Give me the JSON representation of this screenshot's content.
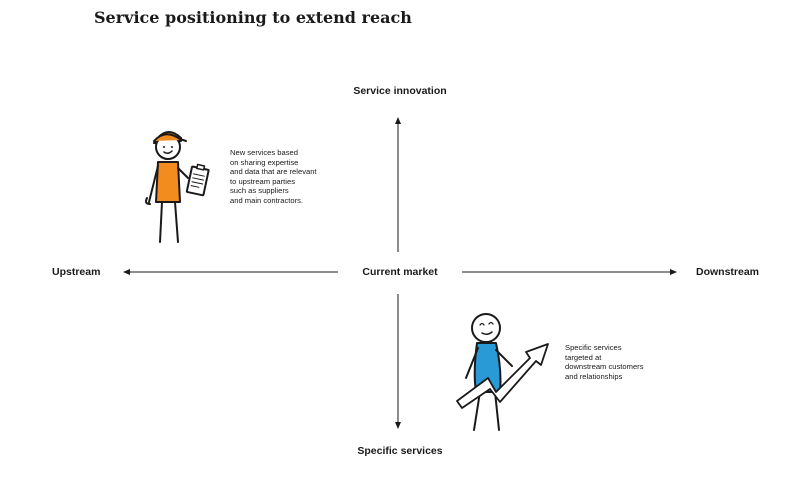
{
  "title": "Service positioning to extend reach",
  "axes": {
    "top": "Service innovation",
    "bottom": "Specific services",
    "left": "Upstream",
    "right": "Downstream",
    "center": "Current market"
  },
  "notes": {
    "upstream_note": [
      "New services based",
      "on sharing expertise",
      "and data that are relevant",
      "to upstream parties",
      "such as suppliers",
      "and main contractors."
    ],
    "downstream_note": [
      "Specific services",
      "targeted at",
      "downstream customers",
      "and relationships"
    ]
  },
  "colors": {
    "line": "#1a1a1a",
    "orange_figure": "#f28c1e",
    "blue_figure": "#2a9ad6"
  },
  "icons": [
    "stick-figure-with-clipboard",
    "stick-figure-with-growth-arrow"
  ]
}
